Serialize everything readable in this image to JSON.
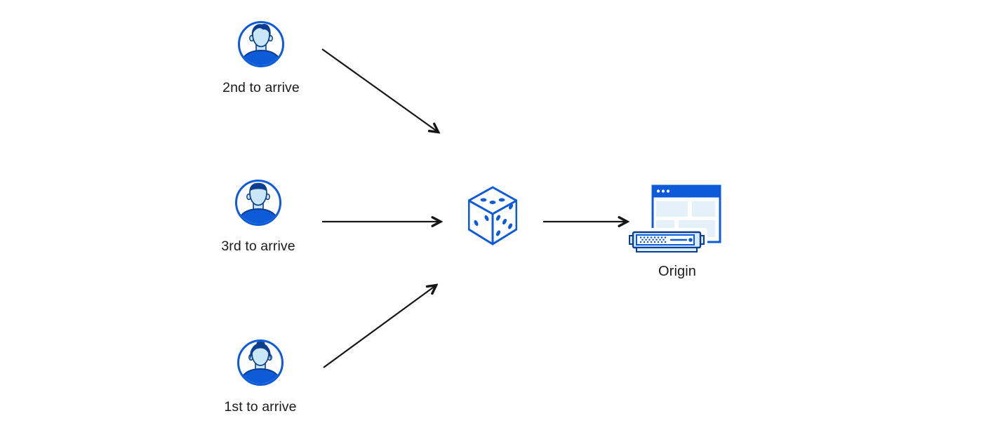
{
  "nodes": {
    "second_visitor": {
      "label": "2nd to arrive",
      "icon": "person-avatar-icon"
    },
    "third_visitor": {
      "label": "3rd to arrive",
      "icon": "person-avatar-icon"
    },
    "first_visitor": {
      "label": "1st to arrive",
      "icon": "person-avatar-icon"
    },
    "selector": {
      "icon": "dice-icon"
    },
    "origin": {
      "label": "Origin",
      "icon": "origin-server-browser-icon"
    }
  },
  "edges": [
    {
      "from": "second_visitor",
      "to": "selector"
    },
    {
      "from": "third_visitor",
      "to": "selector"
    },
    {
      "from": "first_visitor",
      "to": "selector"
    },
    {
      "from": "selector",
      "to": "origin"
    }
  ],
  "colors": {
    "primary_blue": "#0D5BD8",
    "dark_blue": "#0C3E8F",
    "light_blue": "#C9E7F8",
    "pale_blue": "#E4F1F8",
    "server_fill": "#D6ECFA",
    "arrow_color": "#161616",
    "text_color": "#1B1B1E",
    "background": "#FFFFFF"
  }
}
